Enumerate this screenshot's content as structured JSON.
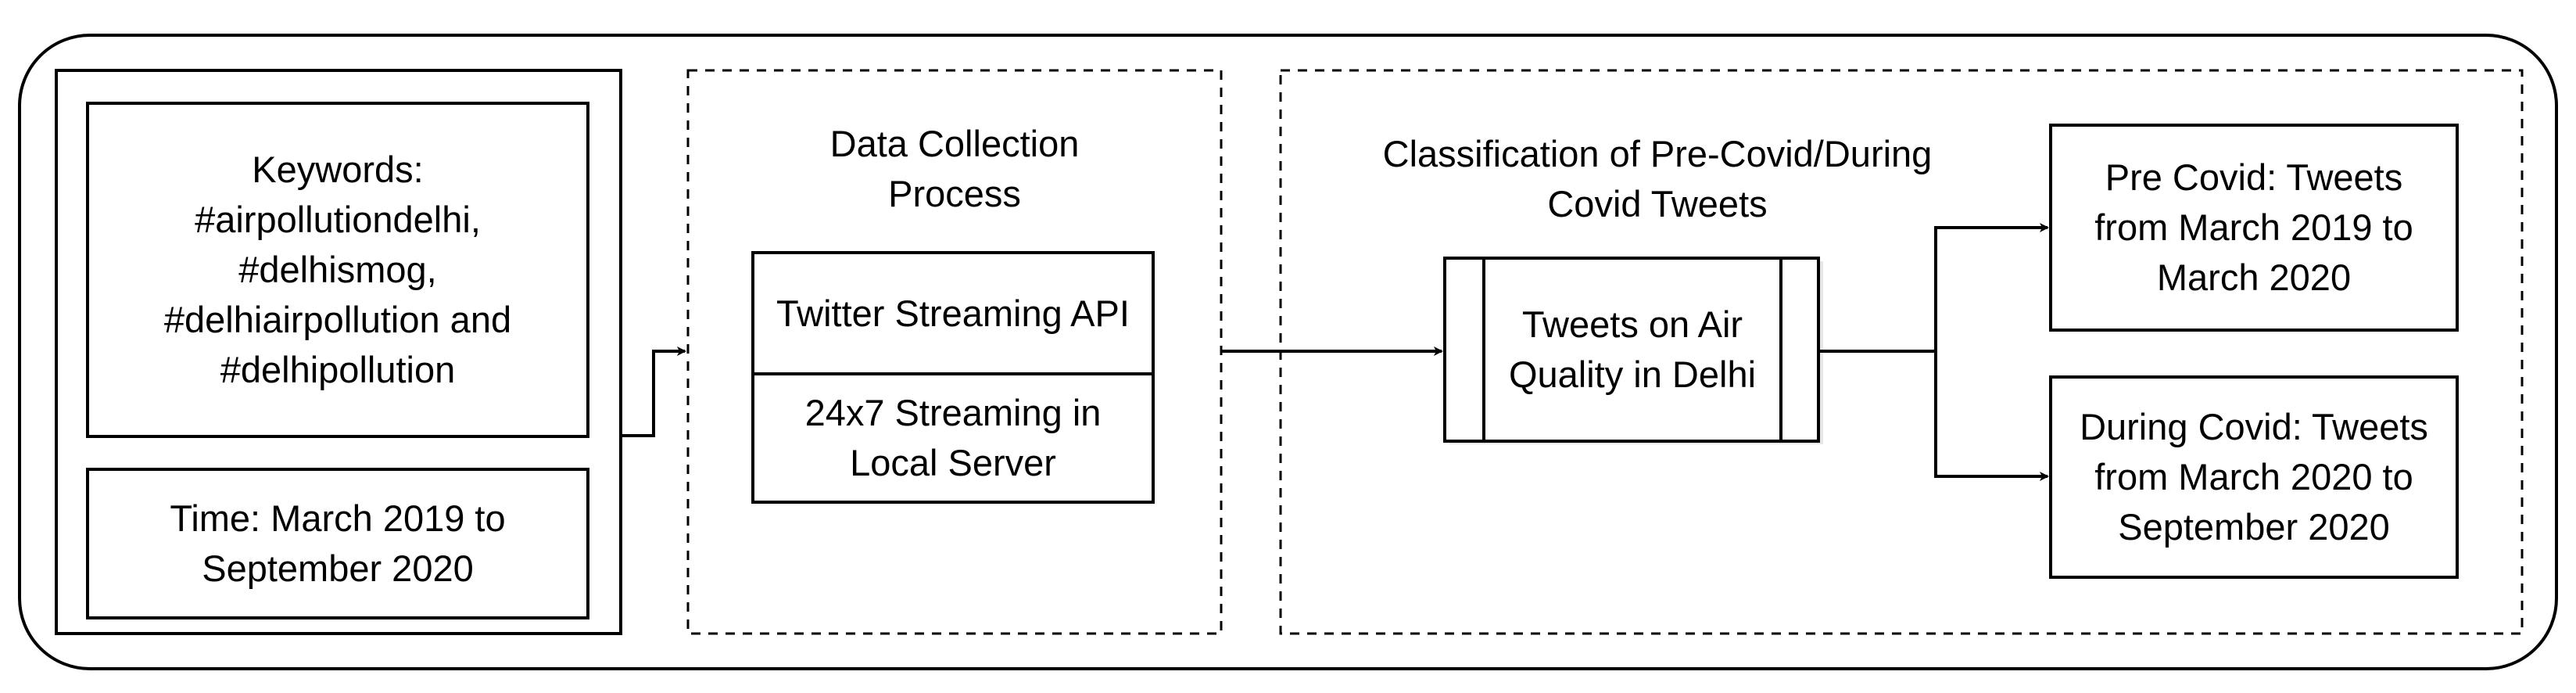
{
  "inputs": {
    "keywords": "Keywords:\n#airpollutiondelhi,\n#delhismog,\n#delhiairpollution and\n#delhipollution",
    "time": "Time: March 2019 to\nSeptember 2020"
  },
  "collection": {
    "title": "Data Collection\nProcess",
    "api": "Twitter Streaming API",
    "streaming": "24x7 Streaming in\nLocal Server"
  },
  "classification": {
    "title": "Classification of Pre-Covid/During\nCovid Tweets",
    "tweets": "Tweets on Air\nQuality in Delhi",
    "pre_covid": "Pre Covid: Tweets\nfrom March 2019 to\nMarch 2020",
    "during_covid": "During  Covid: Tweets\nfrom March 2020 to\nSeptember 2020"
  },
  "colors": {
    "stroke": "#000000",
    "background": "#ffffff"
  }
}
